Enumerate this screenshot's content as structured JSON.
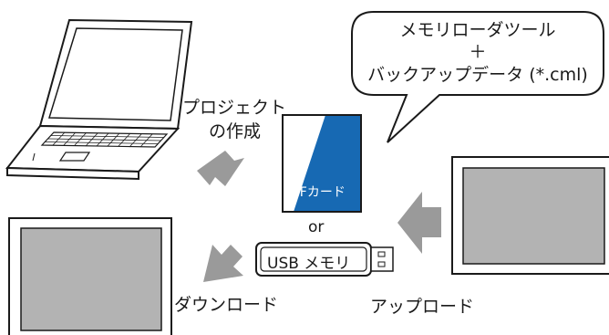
{
  "callout": {
    "line1": "メモリローダツール",
    "line2": "＋",
    "line3": "バックアップデータ (*.cml)"
  },
  "labels": {
    "create_project_line1": "プロジェクト",
    "create_project_line2": "の作成",
    "cf_card": "CFカード",
    "or": "or",
    "usb_memory": "USB メモリ",
    "download": "ダウンロード",
    "upload": "アップロード"
  },
  "colors": {
    "cf_blue": "#1769b3",
    "screen_gray": "#b3b3b3",
    "arrow_gray": "#9a9a9a",
    "outline": "#1a1a1a"
  },
  "icons": {
    "laptop": "laptop-icon",
    "cf_card": "cf-card-icon",
    "usb_stick": "usb-stick-icon",
    "display_panel": "display-panel-icon"
  }
}
